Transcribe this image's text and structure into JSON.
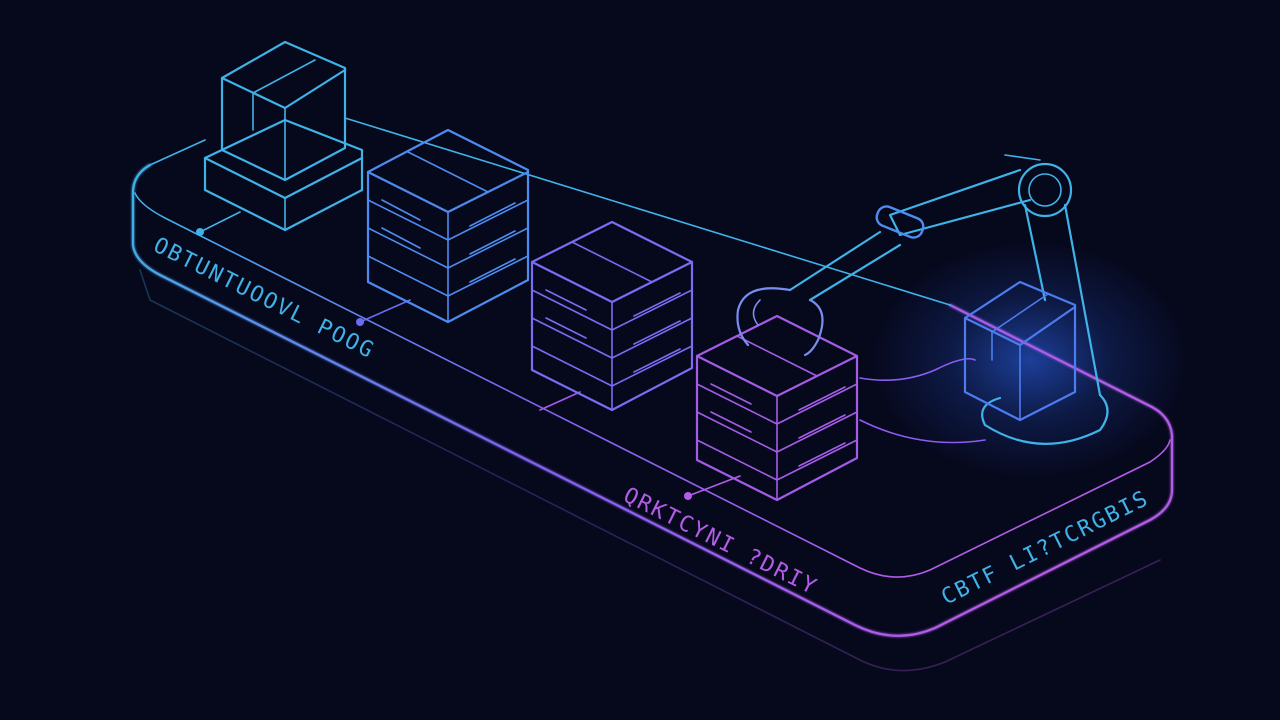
{
  "colors": {
    "background": "#06081c",
    "cyan": "#3fb2e8",
    "blue": "#4d7cf0",
    "violet": "#8a5cf5",
    "purple": "#b45ce8",
    "glow": "#2f6bff"
  },
  "labels": {
    "left_side": "OBTUNTUOOVL POOG",
    "middle_side": "QRKTCYNI ?DRIY",
    "right_side": "CBTF LI?TCRGBIS"
  },
  "nodes": [
    {
      "kind": "package",
      "icon": "box-icon"
    },
    {
      "kind": "stack",
      "icon": "server-stack-icon"
    },
    {
      "kind": "stack",
      "icon": "server-stack-icon"
    },
    {
      "kind": "stack",
      "icon": "server-stack-icon"
    },
    {
      "kind": "robot-arm",
      "icon": "robot-arm-icon"
    }
  ]
}
